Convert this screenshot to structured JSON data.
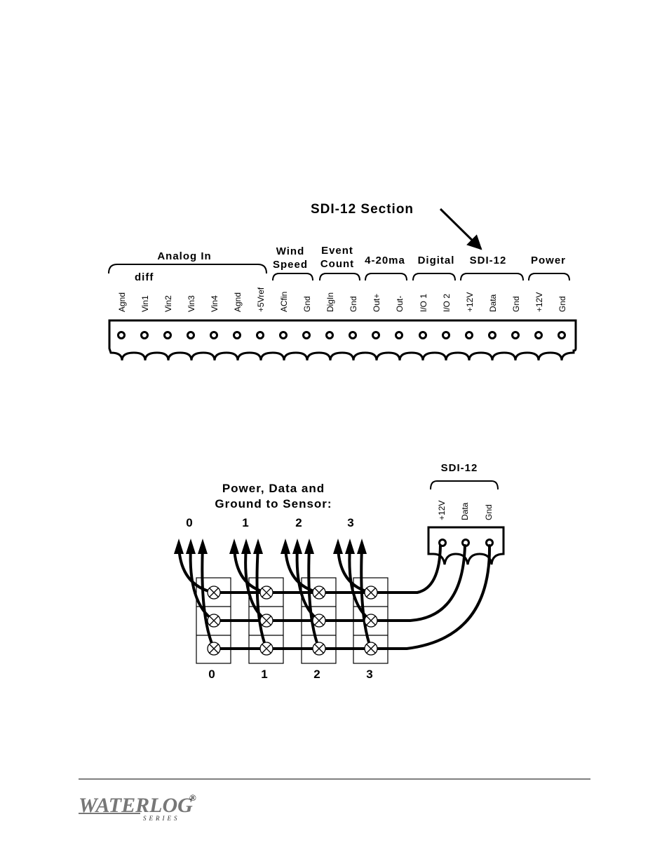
{
  "top_diagram": {
    "section_label": "SDI-12 Section",
    "groups": [
      {
        "label_lines": [
          "Analog In"
        ]
      },
      {
        "label_lines": [
          "Wind",
          "Speed"
        ]
      },
      {
        "label_lines": [
          "Event",
          "Count"
        ]
      },
      {
        "label_lines": [
          "4-20ma"
        ]
      },
      {
        "label_lines": [
          "Digital"
        ]
      },
      {
        "label_lines": [
          "SDI-12"
        ]
      },
      {
        "label_lines": [
          "Power"
        ]
      }
    ],
    "diff_label": "diff",
    "terminals": [
      "Agnd",
      "Vin1",
      "Vin2",
      "Vin3",
      "Vin4",
      "Agnd",
      "+5Vref",
      "ACfin",
      "Gnd",
      "DigIn",
      "Gnd",
      "Out+",
      "Out-",
      "I/O 1",
      "I/O 2",
      "+12V",
      "Data",
      "Gnd",
      "+12V",
      "Gnd"
    ]
  },
  "bottom_diagram": {
    "title_line1": "Power, Data and",
    "title_line2": "Ground to Sensor:",
    "sensor_numbers_top": [
      "0",
      "1",
      "2",
      "3"
    ],
    "sensor_numbers_bottom": [
      "0",
      "1",
      "2",
      "3"
    ],
    "sdi_label": "SDI-12",
    "sdi_terminals": [
      "+12V",
      "Data",
      "Gnd"
    ]
  },
  "footer": {
    "logo_text": "WATERLOG",
    "logo_registered": "®",
    "logo_sub": "SERIES"
  }
}
